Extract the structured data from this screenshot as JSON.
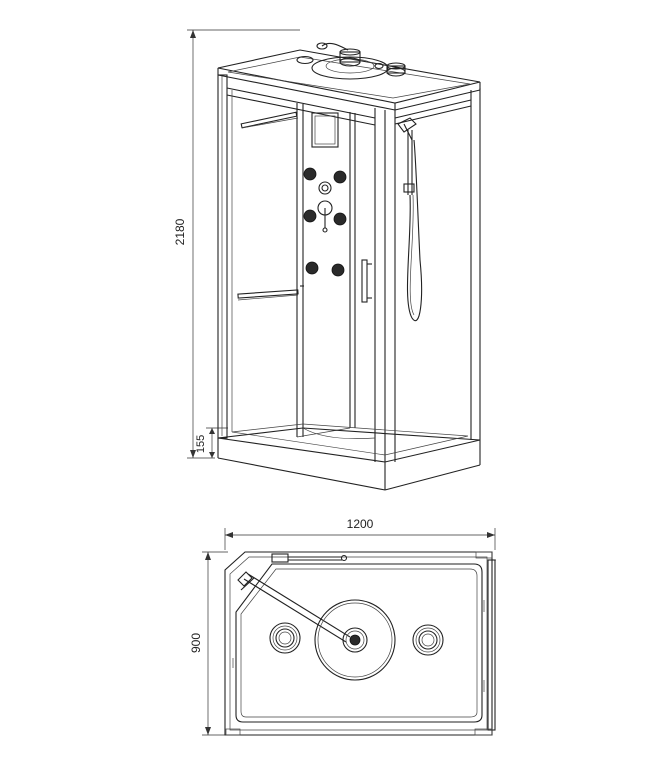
{
  "dimensions": {
    "height_total": "2180",
    "tray_height": "155",
    "width": "1200",
    "depth": "900"
  }
}
